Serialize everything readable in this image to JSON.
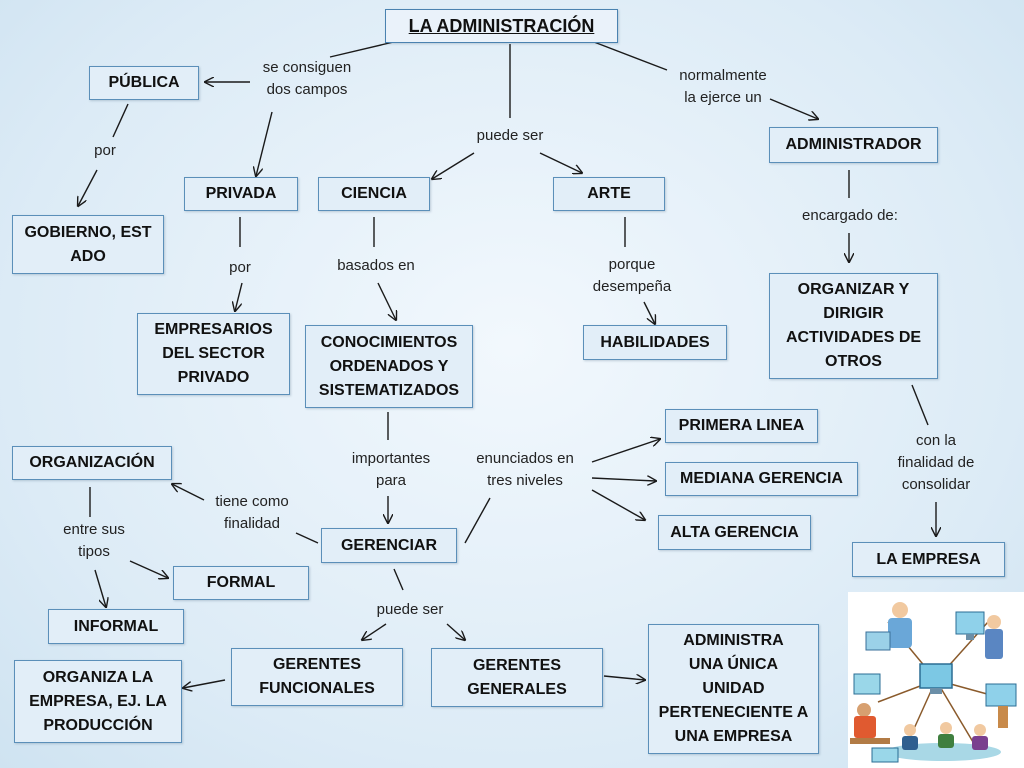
{
  "boxes": {
    "title": "LA ADMINISTRACIÓN",
    "publica": "PÚBLICA",
    "privada": "PRIVADA",
    "ciencia": "CIENCIA",
    "arte": "ARTE",
    "administrador": "ADMINISTRADOR",
    "gobierno": [
      "GOBIERNO,  EST",
      "ADO"
    ],
    "empresarios": [
      "EMPRESARIOS",
      "DEL SECTOR",
      "PRIVADO"
    ],
    "conocimientos": [
      "CONOCIMIENTOS",
      "ORDENADOS Y",
      "SISTEMATIZADOS"
    ],
    "habilidades": "HABILIDADES",
    "organizar": [
      "ORGANIZAR Y",
      "DIRIGIR",
      "ACTIVIDADES DE",
      "OTROS"
    ],
    "primera_linea": "PRIMERA LINEA",
    "mediana_gerencia": "MEDIANA GERENCIA",
    "alta_gerencia": "ALTA GERENCIA",
    "organizacion": "ORGANIZACIÓN",
    "gerenciar": "GERENCIAR",
    "formal": "FORMAL",
    "informal": "INFORMAL",
    "la_empresa": "LA EMPRESA",
    "gerentes_funcionales": [
      "GERENTES",
      "FUNCIONALES"
    ],
    "gerentes_generales": [
      "GERENTES",
      "GENERALES"
    ],
    "organiza_la_empresa": [
      "ORGANIZA LA",
      "EMPRESA, EJ. LA",
      "PRODUCCIÓN"
    ],
    "administra_unidad": [
      "ADMINISTRA",
      "UNA ÚNICA",
      "UNIDAD",
      "PERTENECIENTE A",
      "UNA EMPRESA"
    ]
  },
  "labels": {
    "se_consiguen": [
      "se consiguen",
      "dos campos"
    ],
    "normalmente": [
      "normalmente",
      "la ejerce un"
    ],
    "puede_ser_top": "puede ser",
    "por_left": "por",
    "encargado": "encargado de:",
    "por_mid": "por",
    "basados_en": "basados en",
    "porque": [
      "porque",
      "desempeña"
    ],
    "importantes": [
      "importantes",
      "para"
    ],
    "enunciados": [
      "enunciados en",
      "tres niveles"
    ],
    "con_la_finalidad": [
      "con la",
      "finalidad de",
      "consolidar"
    ],
    "tiene_como": [
      "tiene como",
      "finalidad"
    ],
    "entre_sus": [
      "entre sus",
      "tipos"
    ],
    "puede_ser_bottom": "puede ser"
  },
  "colors": {
    "box_border": "#5b8fb9",
    "box_fill": "#e2eef8",
    "line": "#1a1a1a",
    "background": "#dcebf6"
  },
  "illustration": "office-workers-computers-clipart"
}
